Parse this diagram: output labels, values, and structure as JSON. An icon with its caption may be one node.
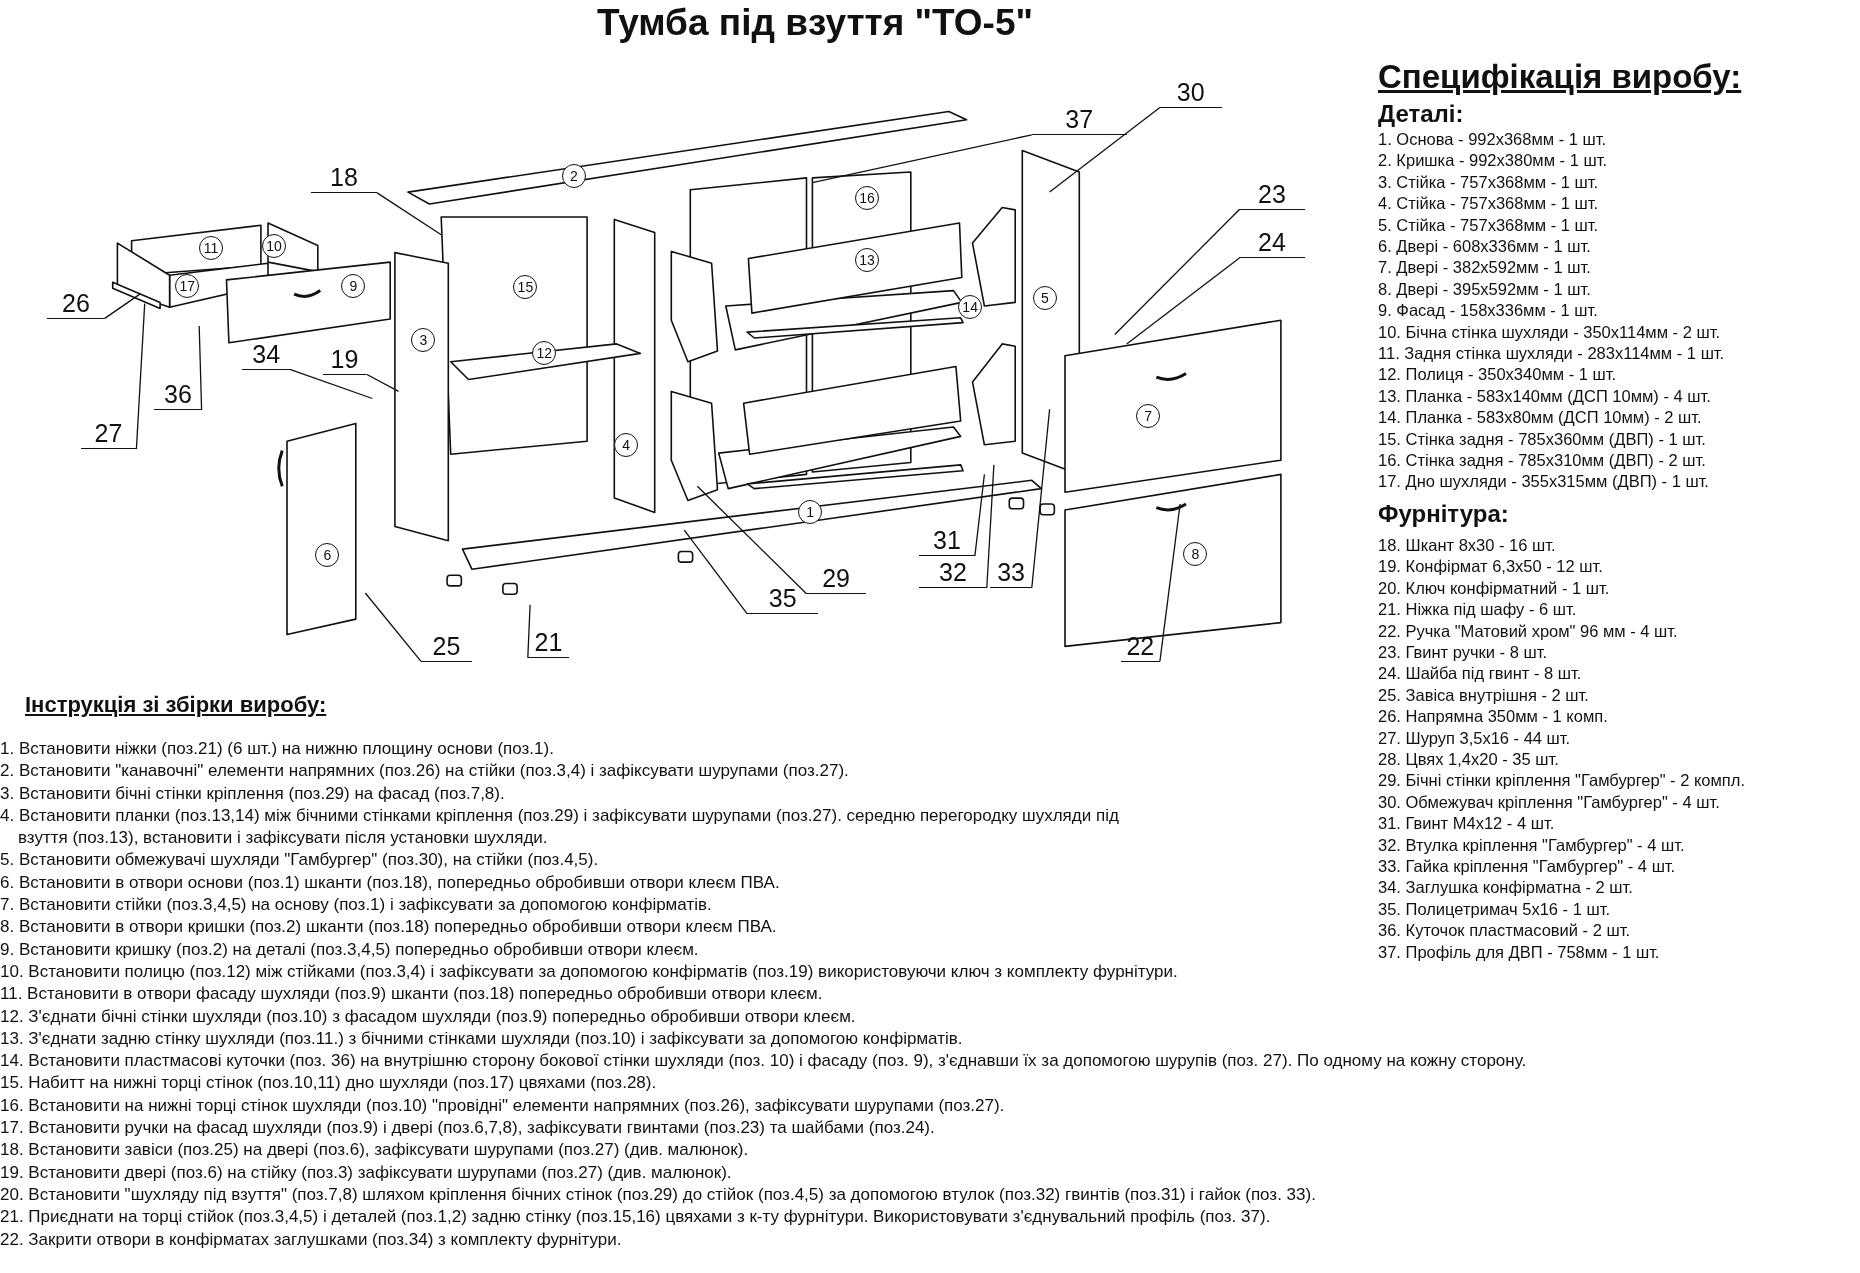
{
  "diagram": {
    "title": "Тумба під взуття \"ТО-5\"",
    "nodes": [
      {
        "text": [
          "1"
        ]
      },
      {
        "text": [
          "2"
        ]
      },
      {
        "text": [
          "3"
        ]
      },
      {
        "text": [
          "4"
        ]
      },
      {
        "text": [
          "5"
        ]
      },
      {
        "text": [
          "6"
        ]
      },
      {
        "text": [
          "7"
        ]
      },
      {
        "text": [
          "8"
        ]
      },
      {
        "text": [
          "9"
        ]
      },
      {
        "text": [
          "10"
        ]
      },
      {
        "text": [
          "11"
        ]
      },
      {
        "text": [
          "12"
        ]
      },
      {
        "text": [
          "13"
        ]
      },
      {
        "text": [
          "14"
        ]
      },
      {
        "text": [
          "15"
        ]
      },
      {
        "text": [
          "16"
        ]
      },
      {
        "text": [
          "17"
        ]
      },
      {
        "text": [
          "18"
        ]
      },
      {
        "text": [
          "19"
        ]
      },
      {
        "text": [
          "21"
        ]
      },
      {
        "text": [
          "22"
        ]
      },
      {
        "text": [
          "23"
        ]
      },
      {
        "text": [
          "24"
        ]
      },
      {
        "text": [
          "25"
        ]
      },
      {
        "text": [
          "26"
        ]
      },
      {
        "text": [
          "27"
        ]
      },
      {
        "text": [
          "29"
        ]
      },
      {
        "text": [
          "30"
        ]
      },
      {
        "text": [
          "31"
        ]
      },
      {
        "text": [
          "32"
        ]
      },
      {
        "text": [
          "33"
        ]
      },
      {
        "text": [
          "34"
        ]
      },
      {
        "text": [
          "35"
        ]
      },
      {
        "text": [
          "36"
        ]
      },
      {
        "text": [
          "37"
        ]
      }
    ],
    "edges": [
      {
        "from": 17,
        "to": null,
        "arrow": "none"
      },
      {
        "from": 18,
        "to": null,
        "arrow": "none"
      },
      {
        "from": 19,
        "to": null,
        "arrow": "none"
      },
      {
        "from": 20,
        "to": null,
        "arrow": "none"
      },
      {
        "from": 21,
        "to": null,
        "arrow": "none"
      },
      {
        "from": 22,
        "to": null,
        "arrow": "none"
      },
      {
        "from": 23,
        "to": null,
        "arrow": "none"
      },
      {
        "from": 24,
        "to": null,
        "arrow": "none"
      },
      {
        "from": 25,
        "to": null,
        "arrow": "none"
      },
      {
        "from": 26,
        "to": null,
        "arrow": "none"
      },
      {
        "from": 27,
        "to": null,
        "arrow": "none"
      },
      {
        "from": 28,
        "to": null,
        "arrow": "none"
      },
      {
        "from": 29,
        "to": null,
        "arrow": "none"
      },
      {
        "from": 30,
        "to": null,
        "arrow": "none"
      },
      {
        "from": 31,
        "to": null,
        "arrow": "none"
      },
      {
        "from": 32,
        "to": null,
        "arrow": "none"
      },
      {
        "from": 33,
        "to": null,
        "arrow": "none"
      },
      {
        "from": 34,
        "to": null,
        "arrow": "none"
      }
    ],
    "labels": [
      "Специфікація виробу:",
      "Деталі:",
      "1. Основа - 992х368мм - 1 шт.",
      "2. Кришка - 992х380мм - 1 шт.",
      "3. Стійка - 757х368мм - 1 шт.",
      "4. Стійка - 757х368мм - 1 шт.",
      "5. Стійка - 757х368мм - 1 шт.",
      "6. Двері - 608х336мм - 1 шт.",
      "7. Двері - 382х592мм - 1 шт.",
      "8. Двері - 395х592мм - 1 шт.",
      "9. Фасад - 158х336мм - 1 шт.",
      "10. Бічна стінка шухляди - 350х114мм - 2 шт.",
      "11. Задня стінка шухляди - 283х114мм - 1 шт.",
      "12. Полиця - 350х340мм - 1 шт.",
      "13. Планка - 583х140мм (ДСП 10мм) - 4 шт.",
      "14. Планка - 583х80мм (ДСП 10мм) - 2 шт.",
      "15. Стінка задня - 785х360мм (ДВП) - 1 шт.",
      "16. Стінка задня - 785х310мм (ДВП) - 2 шт.",
      "17. Дно шухляди - 355х315мм (ДВП) - 1 шт.",
      "Фурнітура:",
      "18. Шкант 8х30 - 16 шт.",
      "19. Конфірмат 6,3х50 - 12 шт.",
      "20. Ключ конфірматний - 1 шт.",
      "21. Ніжка під шафу - 6 шт.",
      "22. Ручка \"Матовий хром\" 96 мм - 4 шт.",
      "23. Гвинт ручки - 8 шт.",
      "24. Шайба під гвинт - 8 шт.",
      "25. Завіса внутрішня - 2 шт.",
      "26. Напрямна 350мм - 1 комп.",
      "27. Шуруп 3,5х16 - 44 шт.",
      "28. Цвях 1,4х20 - 35 шт.",
      "29. Бічні стінки кріплення \"Гамбургер\" - 2 компл.",
      "30. Обмежувач кріплення \"Гамбургер\" - 4 шт.",
      "31. Гвинт М4х12 - 4 шт.",
      "32. Втулка кріплення \"Гамбургер\" - 4 шт.",
      "33. Гайка кріплення \"Гамбургер\" - 4 шт.",
      "34. Заглушка конфірматна - 2 шт.",
      "35. Полицетримач 5х16 - 1 шт.",
      "36. Куточок пластмасовий - 2 шт.",
      "37. Профіль для ДВП - 758мм - 1 шт.",
      "Інструкція зі збірки виробу:",
      "1. Встановити ніжки (поз.21) (6 шт.) на нижню площину основи (поз.1).",
      "2. Встановити \"канавочні\" елементи напрямних (поз.26) на стійки (поз.3,4) і зафіксувати шурупами (поз.27).",
      "3. Встановити бічні стінки кріплення (поз.29) на фасад (поз.7,8).",
      "4. Встановити планки (поз.13,14) між бічними стінками кріплення (поз.29) і зафіксувати шурупами (поз.27). середню перегородку шухляди під взуття (поз.13), встановити і зафіксувати після установки шухляди.",
      "5. Встановити обмежувачі шухляди \"Гамбургер\" (поз.30), на стійки (поз.4,5).",
      "6. Встановити в отвори основи (поз.1) шканти (поз.18), попередньо обробивши отвори клеєм ПВА.",
      "7. Встановити стійки (поз.3,4,5) на основу (поз.1) і зафіксувати за допомогою конфірматів.",
      "8. Встановити в отвори кришки (поз.2) шканти (поз.18) попередньо обробивши отвори клеєм ПВА.",
      "9. Встановити кришку (поз.2) на деталі (поз.3,4,5) попередньо обробивши отвори клеєм.",
      "10. Встановити полицю (поз.12) між стійками (поз.3,4) і зафіксувати за допомогою конфірматів (поз.19) використовуючи ключ з комплекту фурнітури.",
      "11. Встановити в отвори фасаду шухляди (поз.9) шканти (поз.18) попередньо обробивши отвори клеєм.",
      "12. З'єднати бічні стінки шухляди (поз.10) з фасадом шухляди (поз.9) попередньо обробивши отвори клеєм.",
      "13. З'єднати задню стінку шухляди (поз.11.) з бічними стінками шухляди (поз.10) і зафіксувати за допомогою конфірматів.",
      "14. Встановити пластмасові куточки (поз. 36) на внутрішню сторону бокової стінки шухляди (поз. 10) і фасаду (поз. 9), з'єднавши їх за допомогою шурупів (поз. 27). По одному на кожну сторону.",
      "15. Набитт на нижні торці стінок (поз.10,11) дно шухляди (поз.17) цвяхами (поз.28).",
      "16. Встановити на нижні торці стінок шухляди (поз.10) \"провідні\" елементи напрямних (поз.26), зафіксувати шурупами (поз.27).",
      "17. Встановити ручки на фасад шухляди (поз.9) і двері (поз.6,7,8), зафіксувати гвинтами (поз.23) та шайбами (поз.24).",
      "18. Встановити завіси (поз.25) на двері (поз.6), зафіксувати шурупами (поз.27) (див. малюнок).",
      "19. Встановити двері (поз.6) на стійку (поз.3) зафіксувати шурупами (поз.27) (див. малюнок).",
      "20. Встановити \"шухляду під взуття\" (поз.7,8) шляхом кріплення бічних стінок  (поз.29) до стійок (поз.4,5) за допомогою втулок (поз.32) гвинтів (поз.31) і гайок (поз. 33).",
      "21. Приєднати на торці стійок (поз.3,4,5) і деталей (поз.1,2) задню стінку (поз.15,16) цвяхами з к-ту фурнітури. Використовувати з'єднувальний профіль (поз. 37).",
      "22. Закрити отвори в конфірматах заглушками (поз.34) з комплекту фурнітури."
    ]
  }
}
